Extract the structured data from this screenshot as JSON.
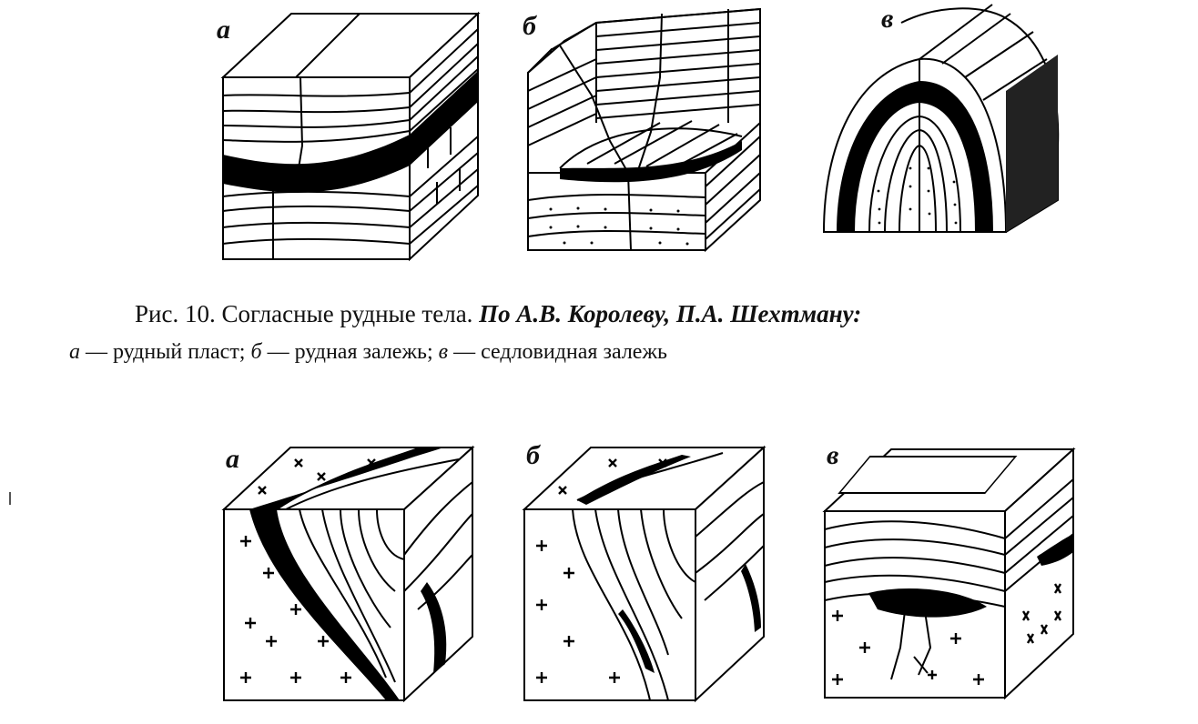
{
  "top_row": {
    "labels": [
      "а",
      "б",
      "в"
    ]
  },
  "caption": {
    "line1_prefix": "Рис. 10. Согласные рудные тела.",
    "line1_authors": "По А.В. Королеву, П.А. Шехтману:",
    "line2": [
      {
        "letter": "а",
        "text": " — рудный пласт; "
      },
      {
        "letter": "б",
        "text": " — рудная залежь; "
      },
      {
        "letter": "в",
        "text": " — седловидная залежь"
      }
    ]
  },
  "bottom_row": {
    "labels": [
      "а",
      "б",
      "в"
    ]
  }
}
